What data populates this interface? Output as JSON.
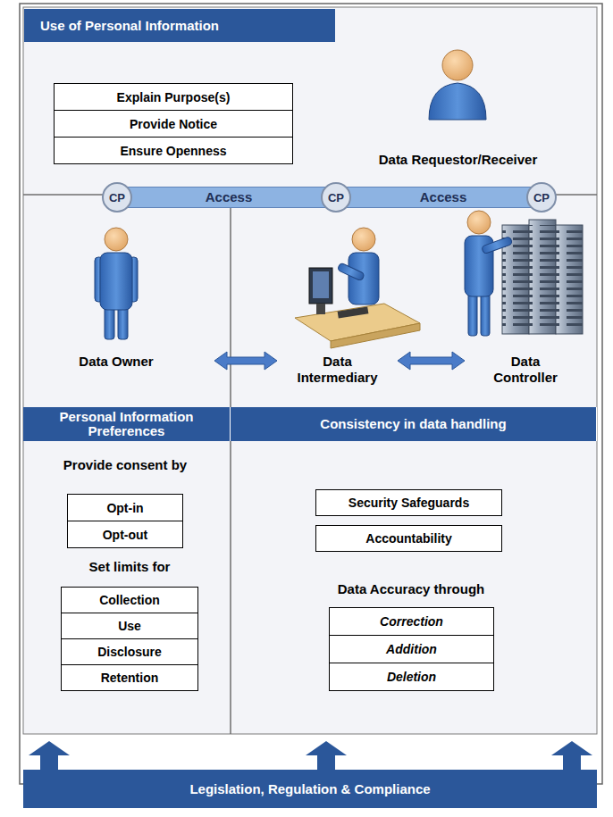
{
  "diagram": {
    "nodes": [
      {
        "text": [
          "Use of Personal Information"
        ]
      },
      {
        "text": [
          "Explain Purpose(s)"
        ]
      },
      {
        "text": [
          "Provide Notice"
        ]
      },
      {
        "text": [
          "Ensure Openness"
        ]
      },
      {
        "text": [
          "Data Requestor/Receiver"
        ]
      },
      {
        "text": [
          "Access",
          "Access"
        ]
      },
      {
        "text": [
          "CP"
        ],
        "in": 5
      },
      {
        "text": [
          "CP"
        ],
        "in": 5
      },
      {
        "text": [
          "CP"
        ],
        "in": 5
      },
      {
        "text": [
          "Data Owner"
        ]
      },
      {
        "text": [
          "Data Intermediary"
        ]
      },
      {
        "text": [
          "Data Controller"
        ]
      },
      {
        "text": [
          "Personal Information Preferences"
        ]
      },
      {
        "text": [
          "Consistency in data handling"
        ]
      },
      {
        "text": [
          "Opt-in"
        ]
      },
      {
        "text": [
          "Opt-out"
        ]
      },
      {
        "text": [
          "Collection"
        ]
      },
      {
        "text": [
          "Use"
        ]
      },
      {
        "text": [
          "Disclosure"
        ]
      },
      {
        "text": [
          "Retention"
        ]
      },
      {
        "text": [
          "Security Safeguards"
        ]
      },
      {
        "text": [
          "Accountability"
        ]
      },
      {
        "text": [
          "Correction"
        ]
      },
      {
        "text": [
          "Addition"
        ]
      },
      {
        "text": [
          "Deletion"
        ]
      },
      {
        "text": [
          "Legislation, Regulation & Compliance"
        ]
      }
    ],
    "edges": [
      {
        "from": 9,
        "to": 10,
        "arrow": "both"
      },
      {
        "from": 10,
        "to": 11,
        "arrow": "both"
      }
    ],
    "labels": [
      "Provide consent by",
      "Set limits for",
      "Data Accuracy through"
    ]
  }
}
